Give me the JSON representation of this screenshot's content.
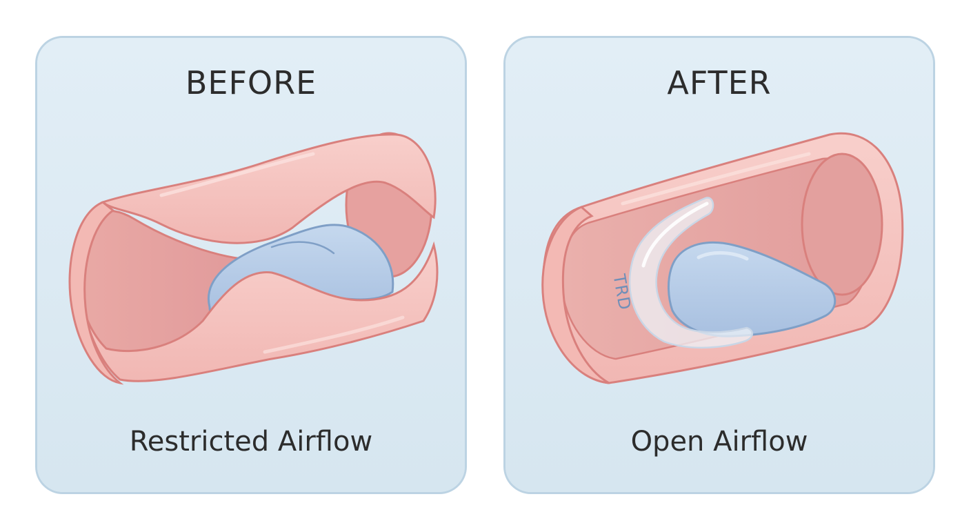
{
  "before": {
    "title": "BEFORE",
    "caption": "Restricted Airflow"
  },
  "after": {
    "title": "AFTER",
    "caption": "Open Airflow",
    "device_label": "TRD"
  },
  "colors": {
    "panel_fill": "#dceaf3",
    "panel_border": "#bcd3e3",
    "tissue_outer": "#f5c4c0",
    "tissue_inner": "#e8a6a3",
    "tissue_stroke": "#d9807d",
    "tongue_fill": "#b5cbe6",
    "tongue_stroke": "#7f9fc6",
    "device_fill": "#eef2f7",
    "text": "#2c2c2c"
  }
}
